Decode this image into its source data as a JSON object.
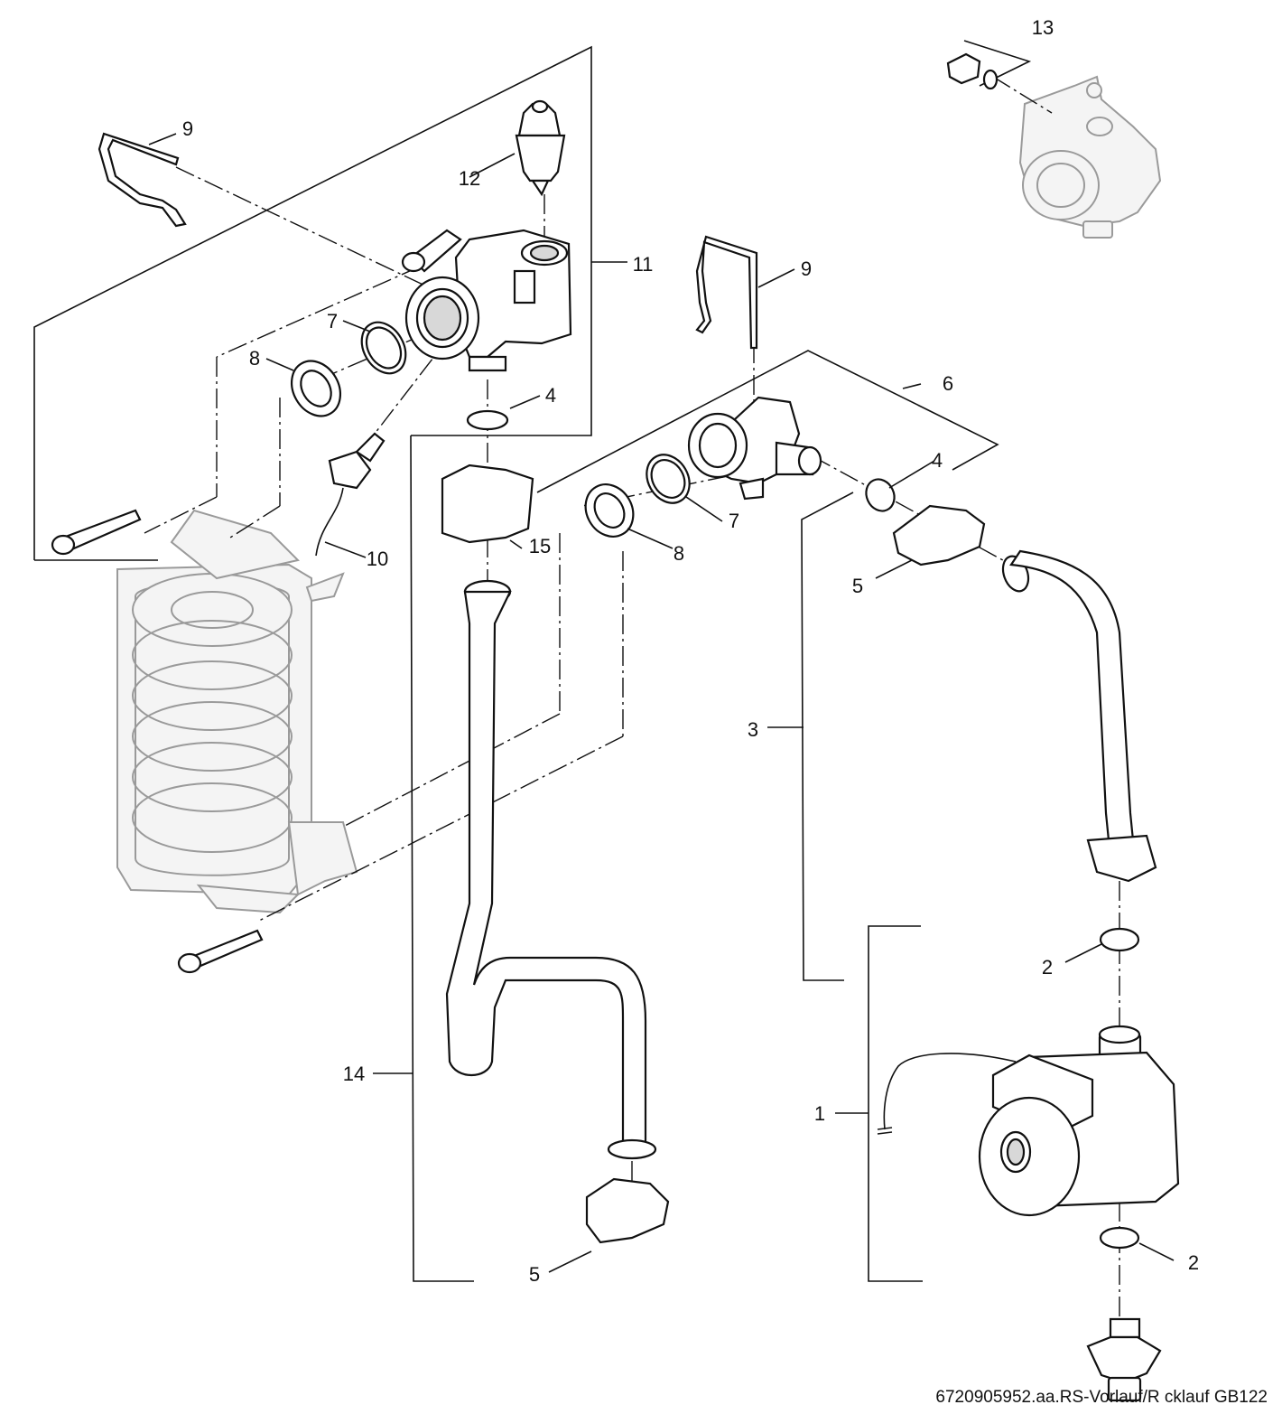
{
  "labels": {
    "l1": "1",
    "l2a": "2",
    "l2b": "2",
    "l3": "3",
    "l4a": "4",
    "l4b": "4",
    "l5a": "5",
    "l5b": "5",
    "l6": "6",
    "l7a": "7",
    "l7b": "7",
    "l8a": "8",
    "l8b": "8",
    "l9a": "9",
    "l9b": "9",
    "l10": "10",
    "l11": "11",
    "l12": "12",
    "l13": "13",
    "l14": "14",
    "l15": "15"
  },
  "caption": "6720905952.aa.RS-Vorlauf/R cklauf GB122"
}
